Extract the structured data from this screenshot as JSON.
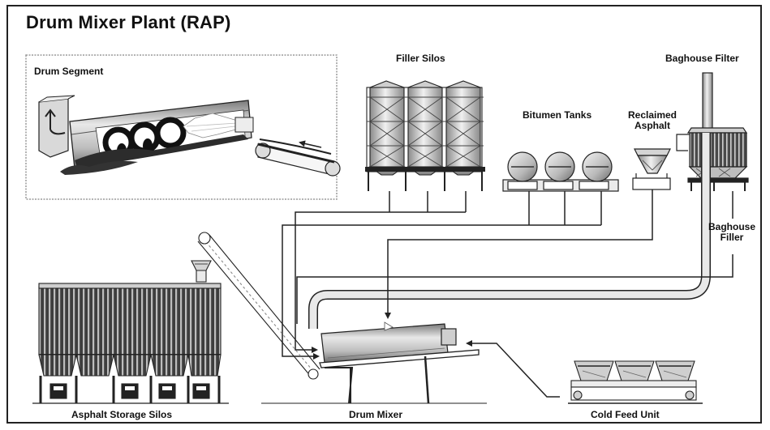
{
  "title": "Drum Mixer Plant (RAP)",
  "labels": {
    "drum_segment": "Drum Segment",
    "filler_silos": "Filler Silos",
    "baghouse_filter": "Baghouse Filter",
    "bitumen_tanks": "Bitumen Tanks",
    "reclaimed_asphalt_line1": "Reclaimed",
    "reclaimed_asphalt_line2": "Asphalt",
    "baghouse_filler_line1": "Baghouse",
    "baghouse_filler_line2": "Filler",
    "asphalt_storage_silos": "Asphalt Storage Silos",
    "drum_mixer": "Drum Mixer",
    "cold_feed_unit": "Cold Feed Unit"
  },
  "colors": {
    "line": "#222222",
    "metal_light": "#e4e4e4",
    "metal_mid": "#a8a8a8",
    "metal_dark": "#555555",
    "flame": "#ffffff",
    "background": "#ffffff"
  }
}
